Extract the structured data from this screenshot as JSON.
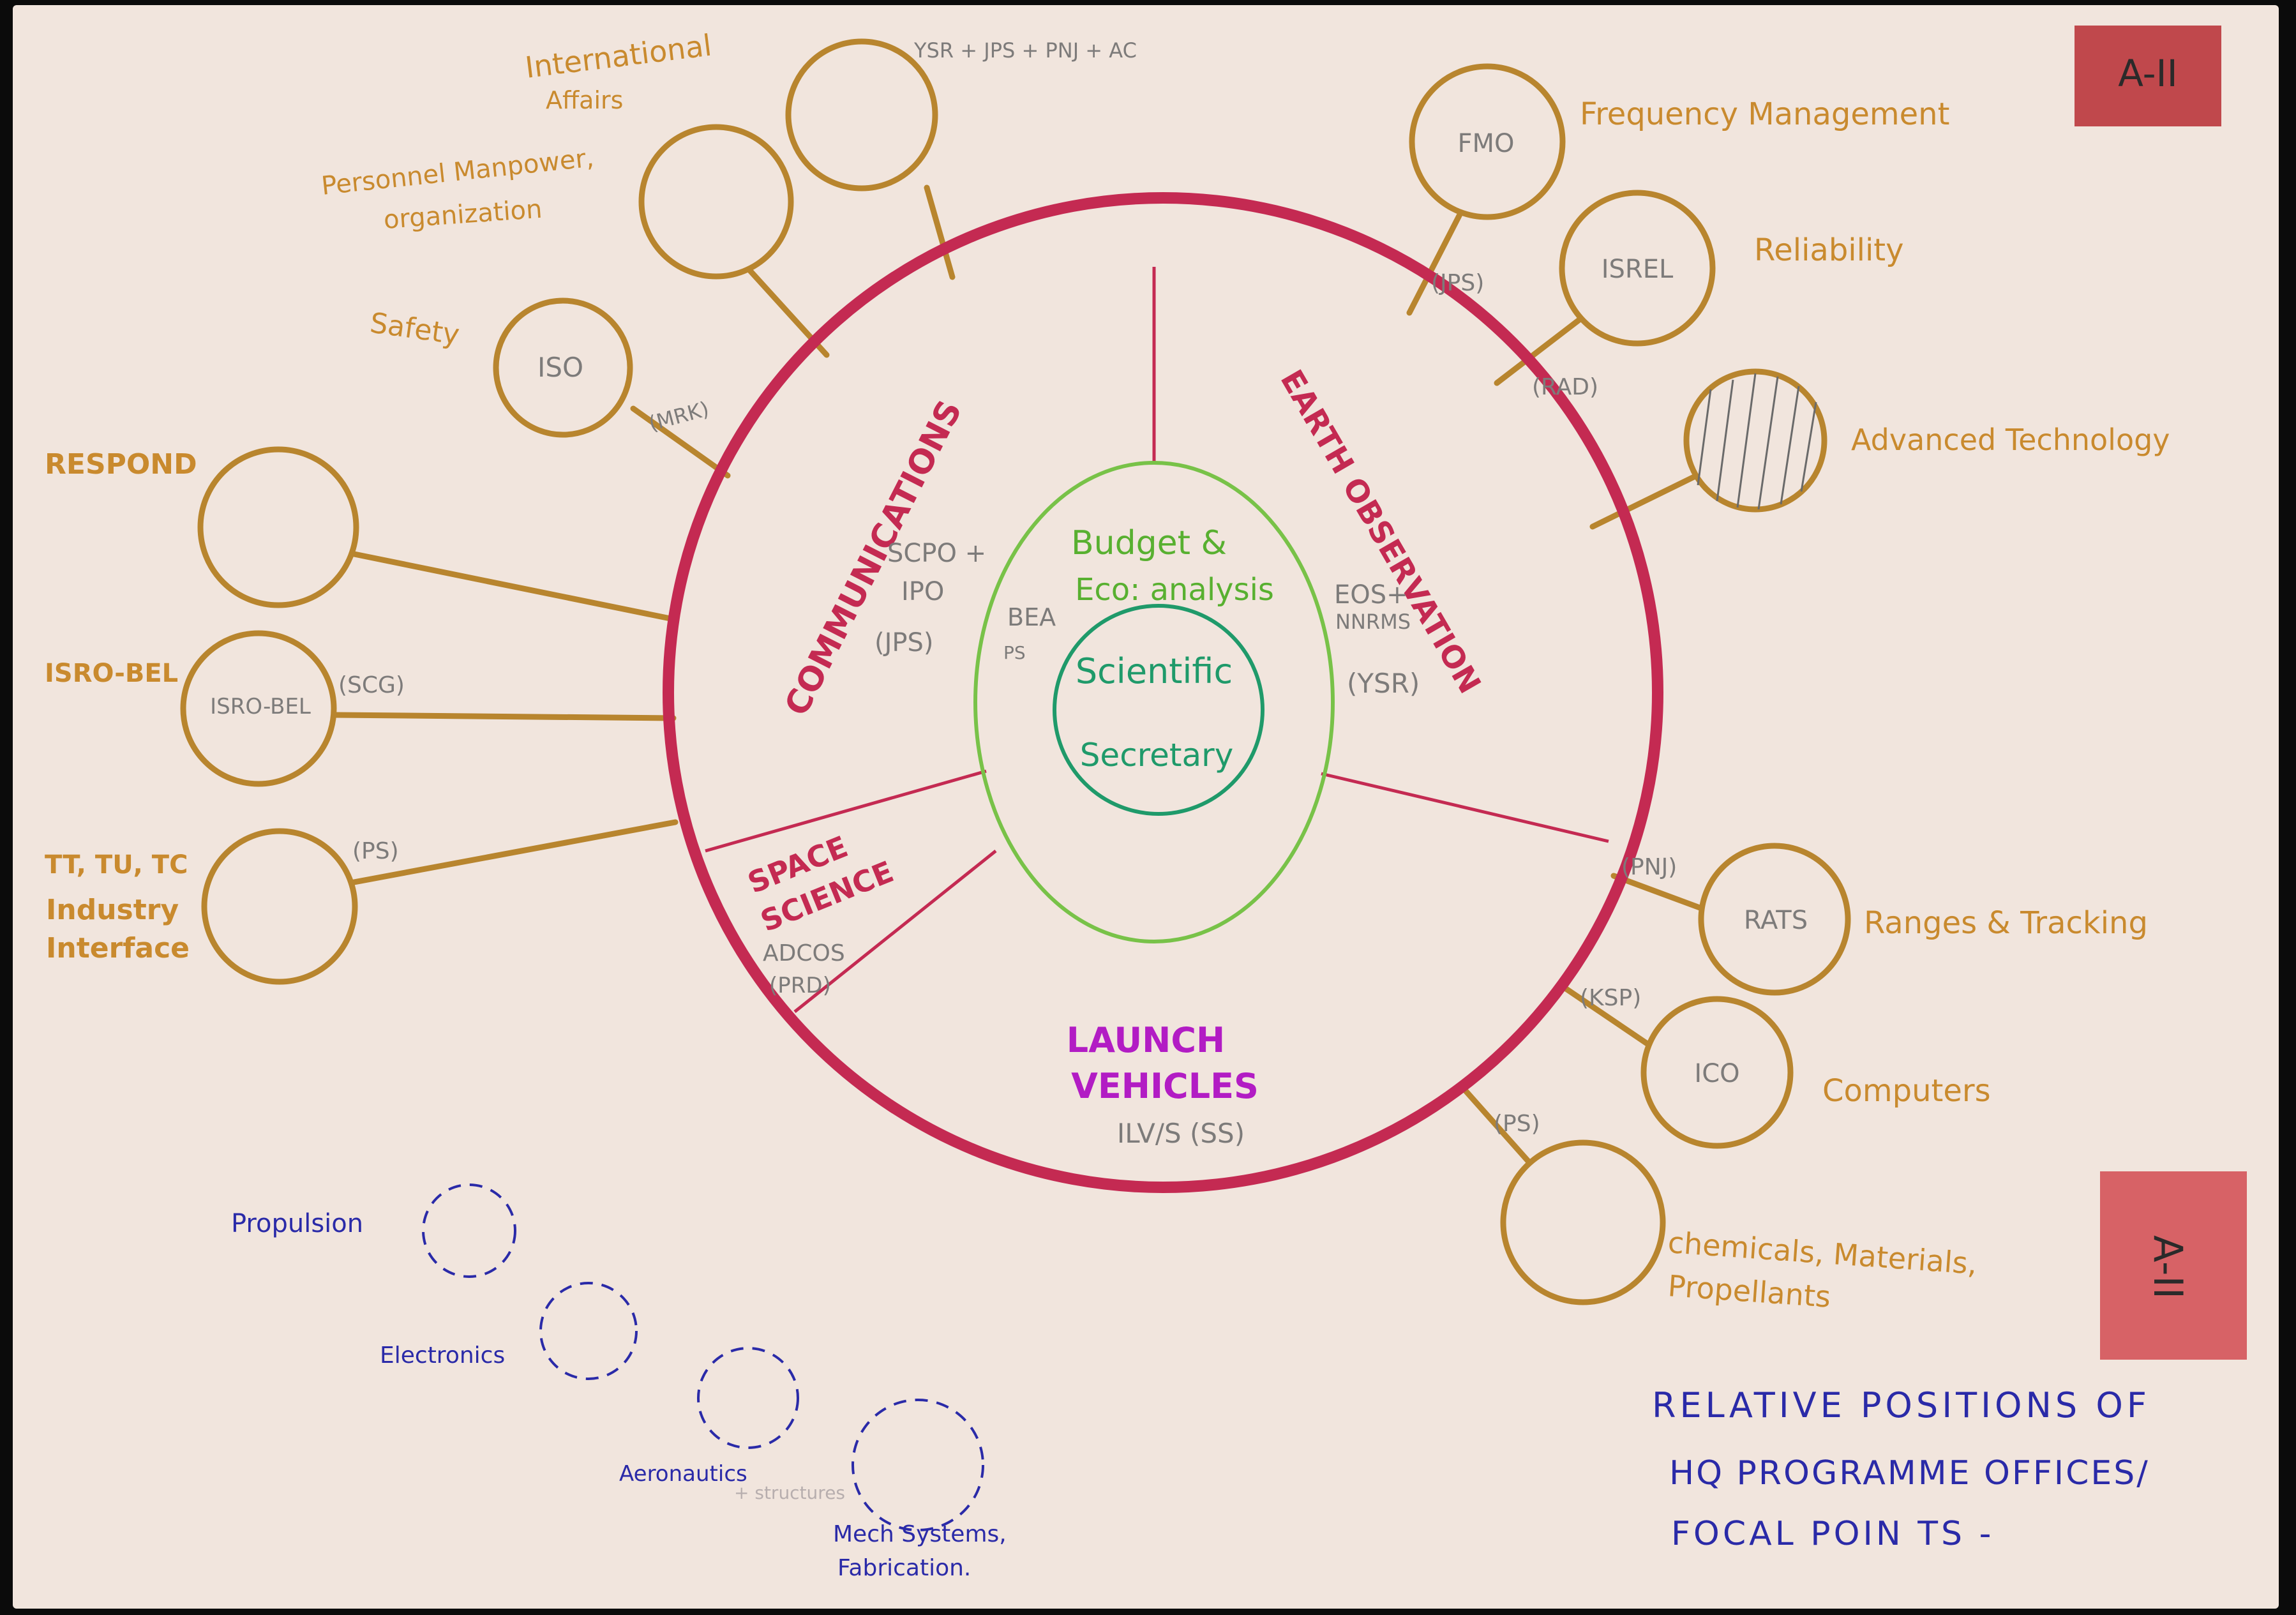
{
  "colors": {
    "paper": "#f1e5dd",
    "outer_ring": "#c42a52",
    "satellite": "#b8852e",
    "budget_ring": "#78c248",
    "secretary_ring": "#1f9a6a",
    "tag_red": "#c0484c",
    "future_blue": "#2a2aa8"
  },
  "tags": {
    "top_right": "A-II",
    "side_right": "A-II"
  },
  "title": {
    "line1": "RELATIVE POSITIONS OF",
    "line2": "HQ PROGRAMME OFFICES/",
    "line3": "FOCAL POIN TS -"
  },
  "center": {
    "secretary_line1": "Scientific",
    "secretary_line2": "Secretary",
    "budget_line1": "Budget &",
    "budget_line2": "Eco: analysis",
    "budget_side1": "BEA",
    "budget_side2": "PS"
  },
  "sectors": {
    "communications": {
      "label": "COMMUNICATIONS",
      "note1": "SCPO +",
      "note2": "IPO",
      "note3": "(JPS)"
    },
    "earth_observation": {
      "label": "EARTH OBSERVATION",
      "note1": "EOS+",
      "note2": "NNRMS",
      "note3": "(YSR)"
    },
    "space_science": {
      "label1": "SPACE",
      "label2": "SCIENCE",
      "note1": "ADCOS",
      "note2": "(PRD)"
    },
    "launch_vehicles": {
      "label1": "LAUNCH",
      "label2": "VEHICLES",
      "note": "ILV/S (SS)"
    }
  },
  "satellites": {
    "international": {
      "label1": "International",
      "label2": "Affairs",
      "code": "",
      "note": "YSR + JPS + PNJ + AC"
    },
    "personnel": {
      "label1": "Personnel Manpower,",
      "label2": "organization",
      "code": "",
      "note": ""
    },
    "safety": {
      "label1": "Safety",
      "label2": "",
      "code": "ISO",
      "note": "(MRK)"
    },
    "respond": {
      "label1": "RESPOND",
      "label2": "",
      "code": "",
      "note": ""
    },
    "isro_bel": {
      "label1": "ISRO-BEL",
      "label2": "",
      "code": "ISRO-BEL",
      "note": "(SCG)"
    },
    "industry": {
      "label1": "TT, TU, TC",
      "label2": "Industry",
      "label3": "Interface",
      "code": "",
      "note": "(PS)"
    },
    "frequency": {
      "label1": "Frequency Management",
      "label2": "",
      "code": "FMO",
      "note": "(JPS)"
    },
    "reliability": {
      "label1": "Reliability",
      "label2": "",
      "code": "ISREL",
      "note": "(RAD)"
    },
    "advanced": {
      "label1": "Advanced Technology",
      "label2": "",
      "code": "",
      "note": ""
    },
    "ranges": {
      "label1": "Ranges & Tracking",
      "label2": "",
      "code": "RATS",
      "note": "(PNJ)"
    },
    "computers": {
      "label1": "Computers",
      "label2": "",
      "code": "ICO",
      "note": "(KSP)"
    },
    "chemicals": {
      "label1": "chemicals, Materials,",
      "label2": "Propellants",
      "code": "",
      "note": "(PS)"
    }
  },
  "future_offices": {
    "propulsion": "Propulsion",
    "electronics": "Electronics",
    "aeronautics": "Aeronautics",
    "aeronautics_extra": "+ structures",
    "mech1": "Mech Systems,",
    "mech2": "Fabrication."
  }
}
